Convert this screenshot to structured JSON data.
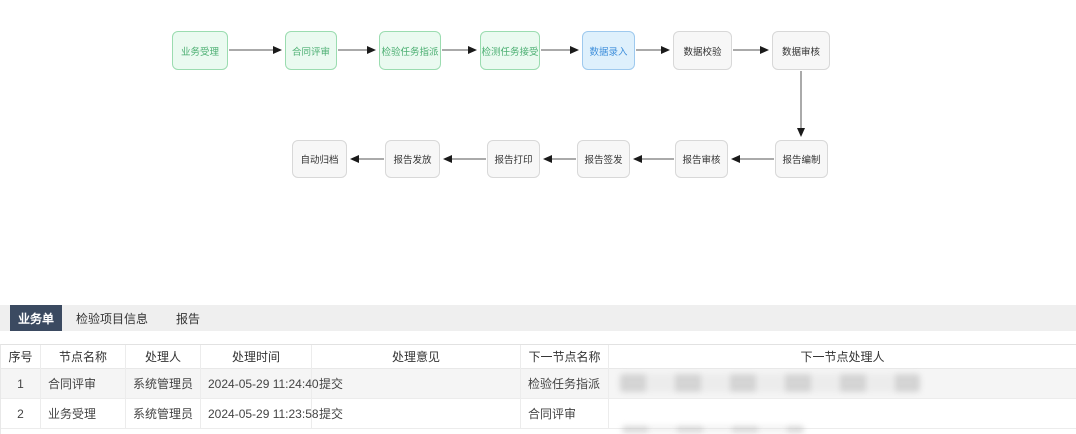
{
  "flow": {
    "nodes": [
      {
        "label": "业务受理",
        "state": "done"
      },
      {
        "label": "合同评审",
        "state": "done"
      },
      {
        "label": "检验任务指派",
        "state": "done"
      },
      {
        "label": "检测任务接受",
        "state": "done"
      },
      {
        "label": "数据录入",
        "state": "current"
      },
      {
        "label": "数据校验",
        "state": "pending"
      },
      {
        "label": "数据审核",
        "state": "pending"
      },
      {
        "label": "报告编制",
        "state": "pending"
      },
      {
        "label": "报告审核",
        "state": "pending"
      },
      {
        "label": "报告签发",
        "state": "pending"
      },
      {
        "label": "报告打印",
        "state": "pending"
      },
      {
        "label": "报告发放",
        "state": "pending"
      },
      {
        "label": "自动归档",
        "state": "pending"
      }
    ]
  },
  "tabs": {
    "items": [
      {
        "label": "业务单",
        "active": true
      },
      {
        "label": "检验项目信息",
        "active": false
      },
      {
        "label": "报告",
        "active": false
      }
    ]
  },
  "table": {
    "columns": [
      "序号",
      "节点名称",
      "处理人",
      "处理时间",
      "处理意见",
      "下一节点名称",
      "下一节点处理人"
    ],
    "rows": [
      {
        "cells": [
          "1",
          "合同评审",
          "系统管理员",
          "2024-05-29 11:24:40",
          "提交",
          "检验任务指派",
          ""
        ],
        "next_handler_redacted": true
      },
      {
        "cells": [
          "2",
          "业务受理",
          "系统管理员",
          "2024-05-29 11:23:58",
          "提交",
          "合同评审",
          ""
        ],
        "next_handler_redacted": false
      }
    ]
  },
  "colors": {
    "done_node_text": "#4caf72",
    "done_node_bg": "#eafaf0",
    "current_node_text": "#3f8fdb",
    "current_node_bg": "#def0fc",
    "pending_node_bg": "#f7f7f7",
    "active_tab_bg": "#3b4a61",
    "tabbar_bg": "#efefef",
    "striped_row_bg": "#f5f5f5"
  }
}
